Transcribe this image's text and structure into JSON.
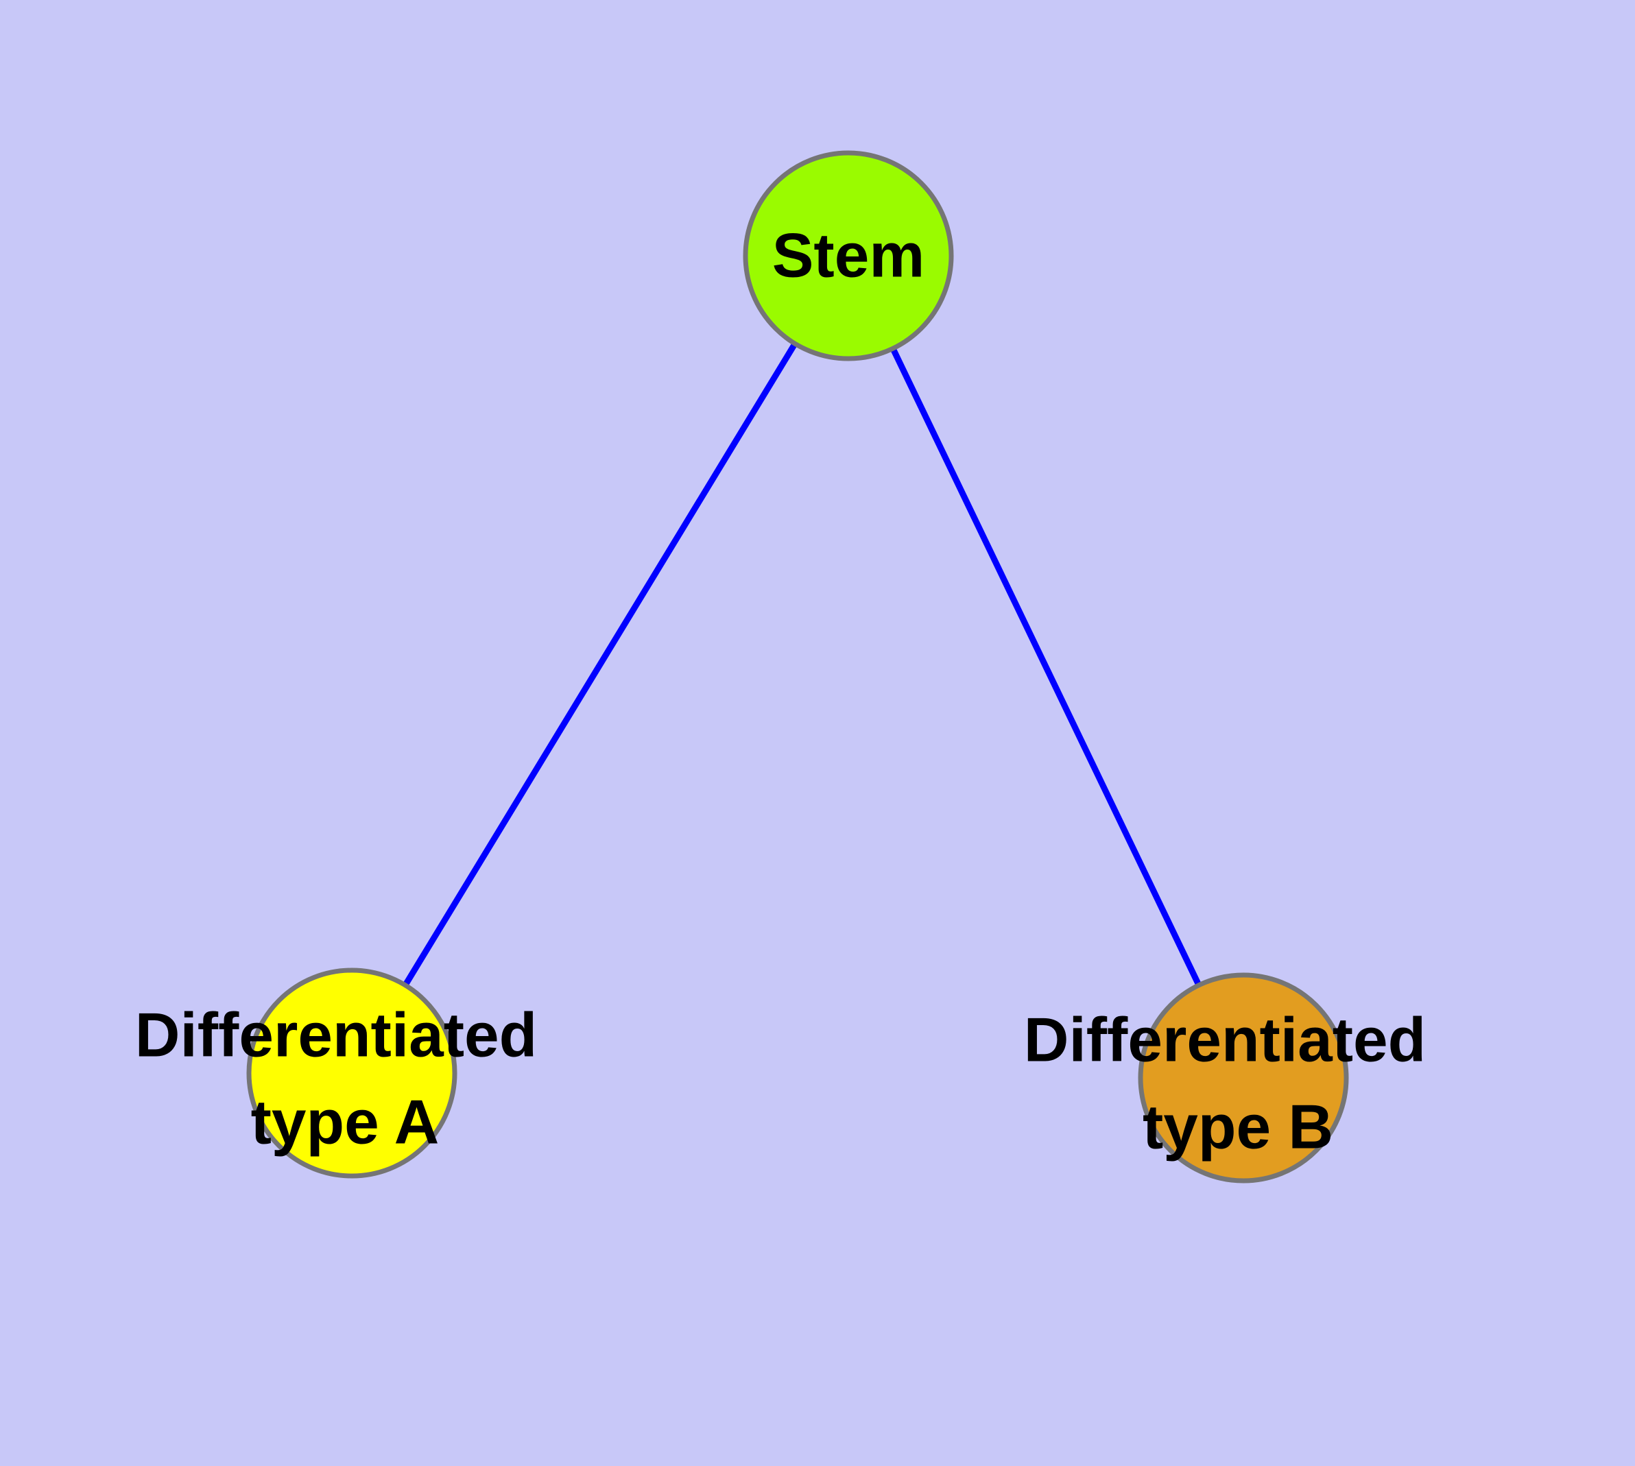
{
  "diagram": {
    "background": "#C8C8F8",
    "text_color": "#000000",
    "edge_color": "#0000FF",
    "node_border_color": "#757575",
    "nodes": [
      {
        "id": "stem",
        "label": "Stem",
        "fill": "#9AFB00",
        "border": "#757575"
      },
      {
        "id": "differentiated-type-a",
        "label_line1": "Differentiated",
        "label_line2": "type A",
        "fill": "#FFFF00",
        "border": "#757575"
      },
      {
        "id": "differentiated-type-b",
        "label_line1": "Differentiated",
        "label_line2": "type B",
        "fill": "#E29D20",
        "border": "#757575"
      }
    ],
    "edges": [
      {
        "from": "Stem",
        "to": "Differentiated type A",
        "color": "#0000FF"
      },
      {
        "from": "Stem",
        "to": "Differentiated type B",
        "color": "#0000FF"
      }
    ]
  }
}
